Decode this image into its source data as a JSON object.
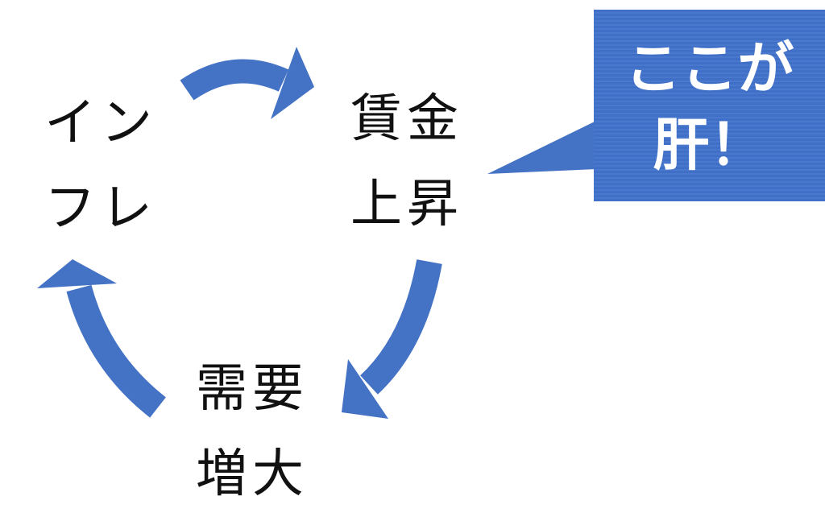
{
  "nodes": {
    "inflation": [
      "イン",
      "フレ"
    ],
    "wage_rise": [
      "賃金",
      "上昇"
    ],
    "demand_increase": [
      "需要",
      "増大"
    ]
  },
  "callout": {
    "line1": "ここが",
    "line2": "肝！"
  },
  "colors": {
    "arrow": "#4472c4",
    "callout": "#4472c4"
  }
}
